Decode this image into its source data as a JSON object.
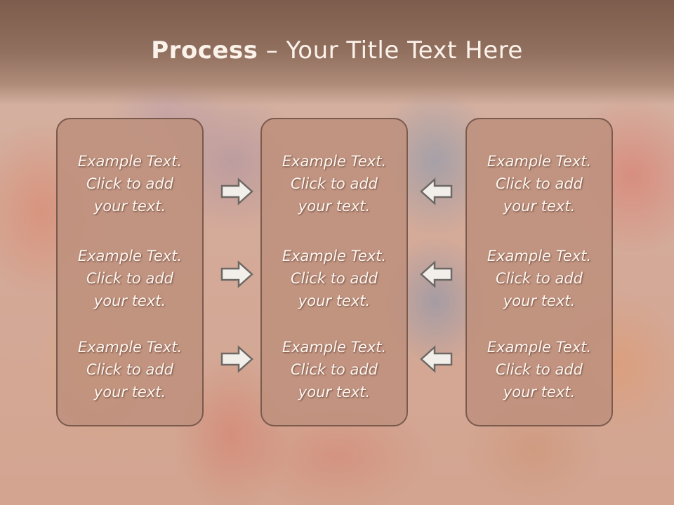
{
  "title": {
    "bold": "Process",
    "rest": " – Your Title Text Here"
  },
  "columns": [
    {
      "items": [
        [
          "Example Text.",
          "Click  to add",
          "your text."
        ],
        [
          "Example Text.",
          "Click  to add",
          "your text."
        ],
        [
          "Example Text.",
          "Click  to add",
          "your text."
        ]
      ]
    },
    {
      "items": [
        [
          "Example Text.",
          "Click  to add",
          "your text."
        ],
        [
          "Example Text.",
          "Click  to add",
          "your text."
        ],
        [
          "Example Text.",
          "Click  to add",
          "your text."
        ]
      ]
    },
    {
      "items": [
        [
          "Example Text.",
          "Click  to add",
          "your text."
        ],
        [
          "Example Text.",
          "Click  to add",
          "your text."
        ],
        [
          "Example Text.",
          "Click  to add",
          "your text."
        ]
      ]
    }
  ],
  "arrows": {
    "left_group": "arrow-right-icon",
    "right_group": "arrow-left-icon"
  },
  "colors": {
    "header": "#8a6656",
    "panel": "#bf9380",
    "panel_border": "#7a5a4d",
    "arrow_fill": "#f2efea",
    "arrow_stroke": "#6d6864"
  }
}
